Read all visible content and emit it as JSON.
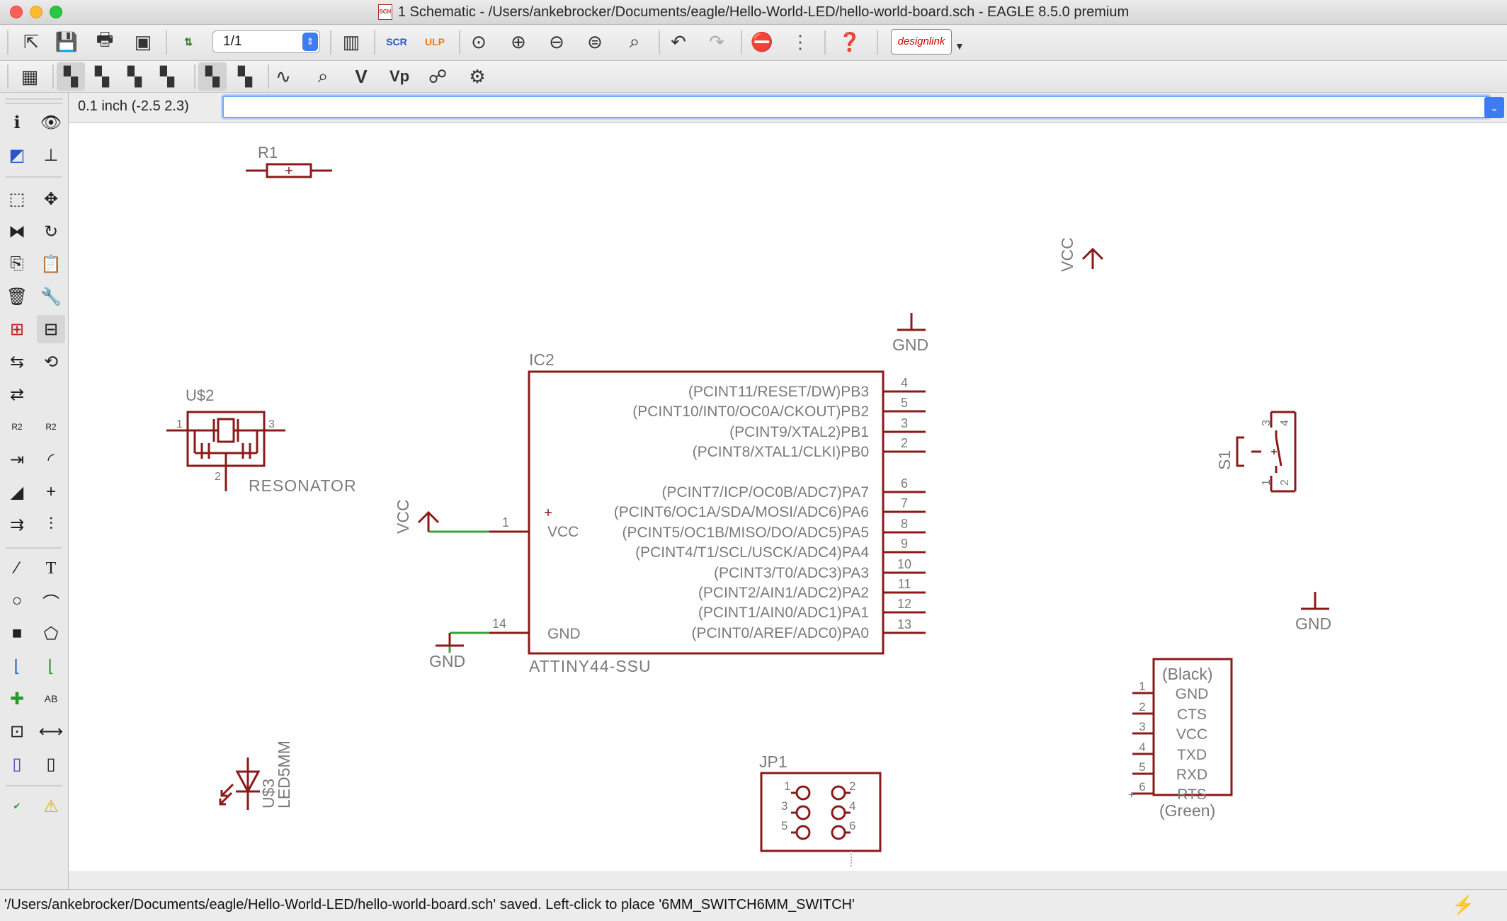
{
  "window": {
    "title": "1 Schematic - /Users/ankebrocker/Documents/eagle/Hello-World-LED/hello-world-board.sch - EAGLE 8.5.0 premium",
    "title_icon": "SCH"
  },
  "toolbar": {
    "sheet_value": "1/1",
    "design_link_label": "designlink"
  },
  "coordbar": {
    "grid_coord": "0.1 inch (-2.5 2.3)",
    "command_value": ""
  },
  "schematic": {
    "r1": {
      "name": "R1"
    },
    "resonator": {
      "name": "U$2",
      "value": "RESONATOR",
      "pin1": "1",
      "pin2": "2",
      "pin3": "3"
    },
    "ic2": {
      "name": "IC2",
      "value": "ATTINY44-SSU",
      "vcc_label": "VCC",
      "gnd_label": "GND",
      "vcc_pin": "1",
      "gnd_pin": "14",
      "pins": [
        {
          "label": "(PCINT11/RESET/DW)PB3",
          "num": "4"
        },
        {
          "label": "(PCINT10/INT0/OC0A/CKOUT)PB2",
          "num": "5"
        },
        {
          "label": "(PCINT9/XTAL2)PB1",
          "num": "3"
        },
        {
          "label": "(PCINT8/XTAL1/CLKI)PB0",
          "num": "2"
        },
        {
          "label": "(PCINT7/ICP/OC0B/ADC7)PA7",
          "num": "6"
        },
        {
          "label": "(PCINT6/OC1A/SDA/MOSI/ADC6)PA6",
          "num": "7"
        },
        {
          "label": "(PCINT5/OC1B/MISO/DO/ADC5)PA5",
          "num": "8"
        },
        {
          "label": "(PCINT4/T1/SCL/USCK/ADC4)PA4",
          "num": "9"
        },
        {
          "label": "(PCINT3/T0/ADC3)PA3",
          "num": "10"
        },
        {
          "label": "(PCINT2/AIN1/ADC2)PA2",
          "num": "11"
        },
        {
          "label": "(PCINT1/AIN0/ADC1)PA1",
          "num": "12"
        },
        {
          "label": "(PCINT0/AREF/ADC0)PA0",
          "num": "13"
        }
      ]
    },
    "vcc_top": "VCC",
    "vcc_left": "VCC",
    "gnd_top": "GND",
    "gnd_left": "GND",
    "gnd_right": "GND",
    "s1": {
      "name": "S1",
      "p1": "1",
      "p2": "2",
      "p3": "3",
      "p4": "4"
    },
    "led": {
      "name": "U$3",
      "value": "LED5MM"
    },
    "jp1": {
      "name": "JP1",
      "p1": "1",
      "p2": "2",
      "p3": "3",
      "p4": "4",
      "p5": "5",
      "p6": "6"
    },
    "ftdi": {
      "top": "(Black)",
      "bottom": "(Green)",
      "pins": [
        {
          "num": "1",
          "label": "GND"
        },
        {
          "num": "2",
          "label": "CTS"
        },
        {
          "num": "3",
          "label": "VCC"
        },
        {
          "num": "4",
          "label": "TXD"
        },
        {
          "num": "5",
          "label": "RXD"
        },
        {
          "num": "6",
          "label": "RTS"
        }
      ]
    }
  },
  "status": {
    "message": "'/Users/ankebrocker/Documents/eagle/Hello-World-LED/hello-world-board.sch' saved. Left-click to place '6MM_SWITCH6MM_SWITCH'"
  },
  "colors": {
    "part": "#8b1a1a",
    "net": "#3aa03a",
    "text": "#7a7a7a"
  }
}
